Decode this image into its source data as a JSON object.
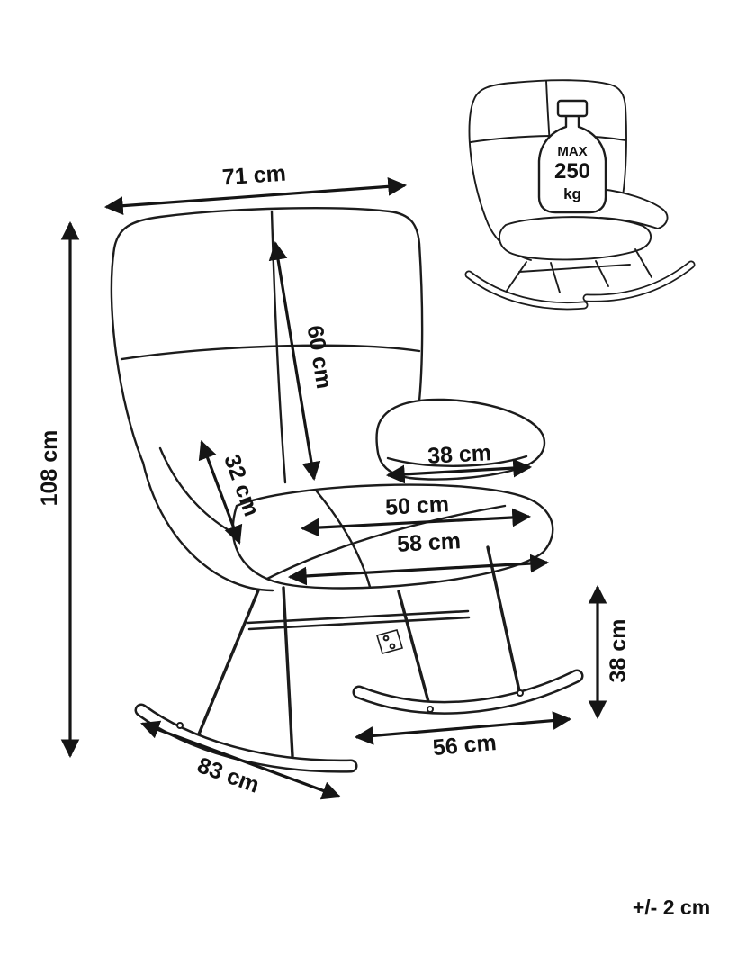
{
  "diagram": {
    "type": "product-dimension-diagram",
    "subject": "wingback rocking chair",
    "line_color": "#1a1a1a",
    "background": "#ffffff",
    "tolerance_note": "+/- 2 cm",
    "weight_badge": {
      "max_label": "MAX",
      "value": "250",
      "unit": "kg"
    },
    "dimensions": {
      "width_top": "71 cm",
      "height_total": "108 cm",
      "backrest_diagonal": "60 cm",
      "side_panel_height": "32 cm",
      "armrest_depth": "38 cm",
      "seat_inner_width": "50 cm",
      "seat_outer_width": "58 cm",
      "rocker_height": "38 cm",
      "rocker_span": "56 cm",
      "base_length": "83 cm"
    }
  }
}
